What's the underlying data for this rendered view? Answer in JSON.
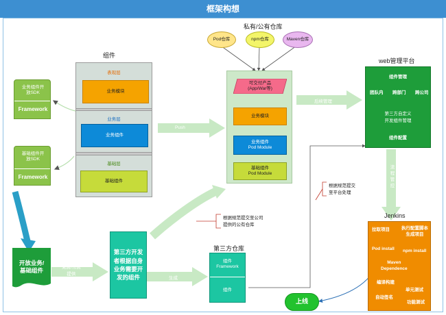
{
  "title": "框架构想",
  "components": {
    "label": "组件",
    "layer_top": "表现层",
    "layer_top_module": "业务模块",
    "layer_mid": "业务层",
    "layer_mid_module": "业务组件",
    "layer_bot": "基础层",
    "layer_bot_module": "基础组件"
  },
  "sdk_top": {
    "line1": "业务组件开",
    "line2": "放SDK",
    "framework": "Framework"
  },
  "sdk_bot": {
    "line1": "基础组件开",
    "line2": "放SDK",
    "framework": "Framework"
  },
  "open_components": {
    "line1": "开放业务/",
    "line2": "基础组件"
  },
  "repo": {
    "label": "私有/公有仓库",
    "pod": "Pod仓库",
    "npm": "npm仓库",
    "maven": "Maven仓库",
    "deliverable_line1": "可交付产品",
    "deliverable_line2": "(App/War等)",
    "module": "业务模块",
    "pod_module_line1": "业务组件",
    "pod_module_line2": "Pod Module",
    "base_module_line1": "基础组件",
    "base_module_line2": "Pod    Module"
  },
  "arrows": {
    "push": "Push",
    "publish": "后续管理",
    "free_pay_line1": "免费/付费",
    "free_pay_line2": "提供",
    "generate": "生成",
    "process": "流程",
    "process2": "管控"
  },
  "web": {
    "label": "web管理平台",
    "component_mgmt": "组件管理",
    "team": "团队内",
    "cross_dept": "跨部门",
    "cross_company": "跨公司",
    "third_party_line1": "第三方自定义",
    "third_party_line2": "开发组件管理",
    "config": "组件配置"
  },
  "third_dev": {
    "line1": "第三方开发",
    "line2": "者根据自身",
    "line3": "业务需要开",
    "line4": "发的组件"
  },
  "third_repo": {
    "label": "第三方仓库",
    "comp": "组件",
    "framework": "Framework",
    "comp2": "组件"
  },
  "notes": {
    "submit_line1": "根据规范提交至公司",
    "submit_line2": "提供的公有仓库",
    "platform_line1": "根据规范提交",
    "platform_line2": "至平台处理"
  },
  "jenkins": {
    "label": "Jenkins",
    "pull": "拉取项目",
    "exec_line1": "执行配置脚本",
    "exec_line2": "生成项目",
    "pod_install": "Pod  install",
    "npm_install": "npm  install",
    "maven_line1": "Maven",
    "maven_line2": "Dependence",
    "compile": "编译构建",
    "unit_test": "单元测试",
    "sign": "自动签名",
    "func_test": "功能测试"
  },
  "online": "上线",
  "colors": {
    "title_bar": "#3d8fd1",
    "green_light": "#8bc34a",
    "green_dark": "#1e9d3a",
    "teal": "#1cc6a2",
    "orange": "#f08c00",
    "blue": "#1a8fd6",
    "yellow_green": "#c6db3a"
  }
}
